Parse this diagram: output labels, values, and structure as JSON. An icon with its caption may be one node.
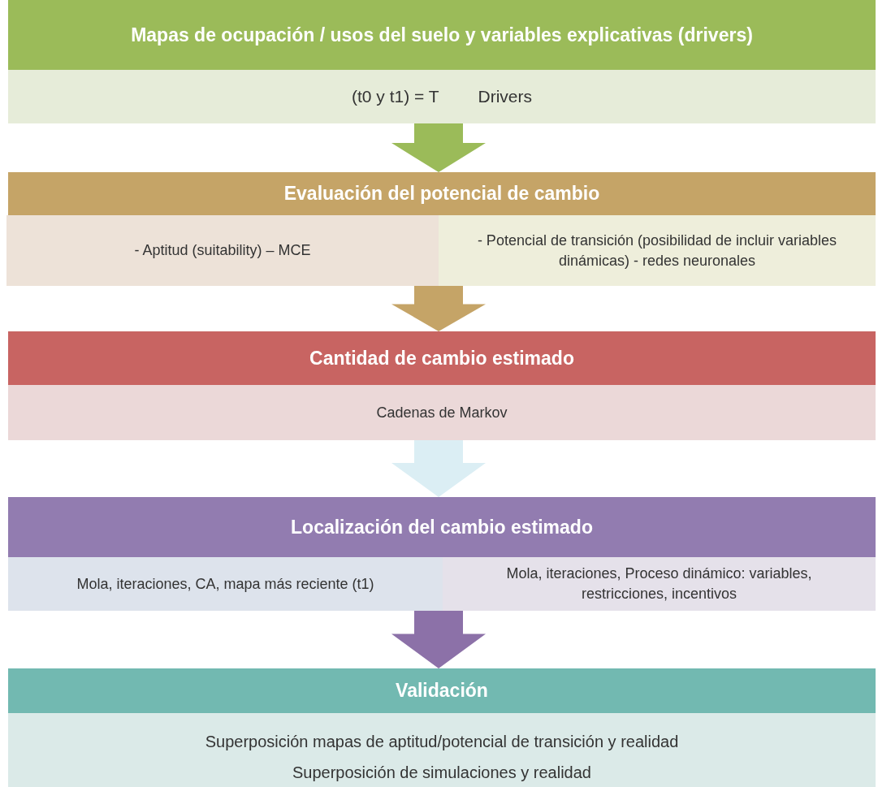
{
  "diagram": {
    "nodes": [
      {
        "text": [
          "Mapas de ocupación / usos del suelo y variables explicativas (drivers)"
        ]
      },
      {
        "text": [
          "(t0 y t1) = T",
          "Drivers"
        ]
      },
      {
        "text": [
          "Evaluación del potencial de cambio"
        ]
      },
      {
        "text": [
          "- Aptitud (suitability) – MCE"
        ]
      },
      {
        "text": [
          "- Potencial de transición (posibilidad de incluir variables dinámicas) - redes neuronales"
        ]
      },
      {
        "text": [
          "Cantidad de cambio estimado"
        ]
      },
      {
        "text": [
          "Cadenas de Markov"
        ]
      },
      {
        "text": [
          "Localización del cambio estimado"
        ]
      },
      {
        "text": [
          "Mola, iteraciones, CA, mapa más reciente (t1)"
        ]
      },
      {
        "text": [
          "Mola, iteraciones, Proceso dinámico: variables, restricciones, incentivos"
        ]
      },
      {
        "text": [
          "Validación"
        ]
      },
      {
        "text": [
          "Superposición mapas de aptitud/potencial de transición y realidad",
          "Superposición de simulaciones y realidad"
        ]
      }
    ],
    "edges": [
      {
        "from": 1,
        "to": 2,
        "arrow": "to",
        "color": "#9bbb59"
      },
      {
        "from": 3,
        "to": 5,
        "arrow": "to",
        "color": "#c5a467"
      },
      {
        "from": 6,
        "to": 7,
        "arrow": "to",
        "color": "#dbeef4"
      },
      {
        "from": 8,
        "to": 10,
        "arrow": "to",
        "color": "#8c71a8"
      }
    ]
  }
}
